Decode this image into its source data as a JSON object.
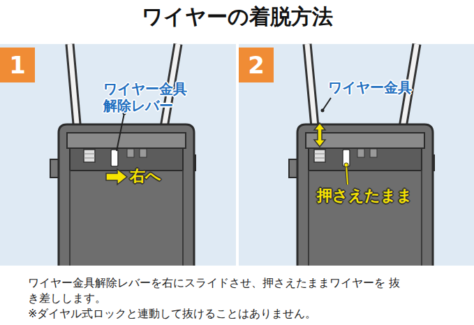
{
  "diagram": {
    "title": "ワイヤーの着脱方法",
    "caption": "ワイヤー金具解除レバーを右にスライドさせ、押さえたままワイヤーを 抜き差しします。",
    "nodes": [
      {
        "text": [
          "1",
          "ワイヤー金具 解除レバー",
          "右へ"
        ]
      },
      {
        "text": [
          "2",
          "ワイヤー金具",
          "押さえたまま"
        ]
      }
    ],
    "labels": [
      "※ダイヤル式ロックと連動して抜けることはありません。"
    ]
  }
}
